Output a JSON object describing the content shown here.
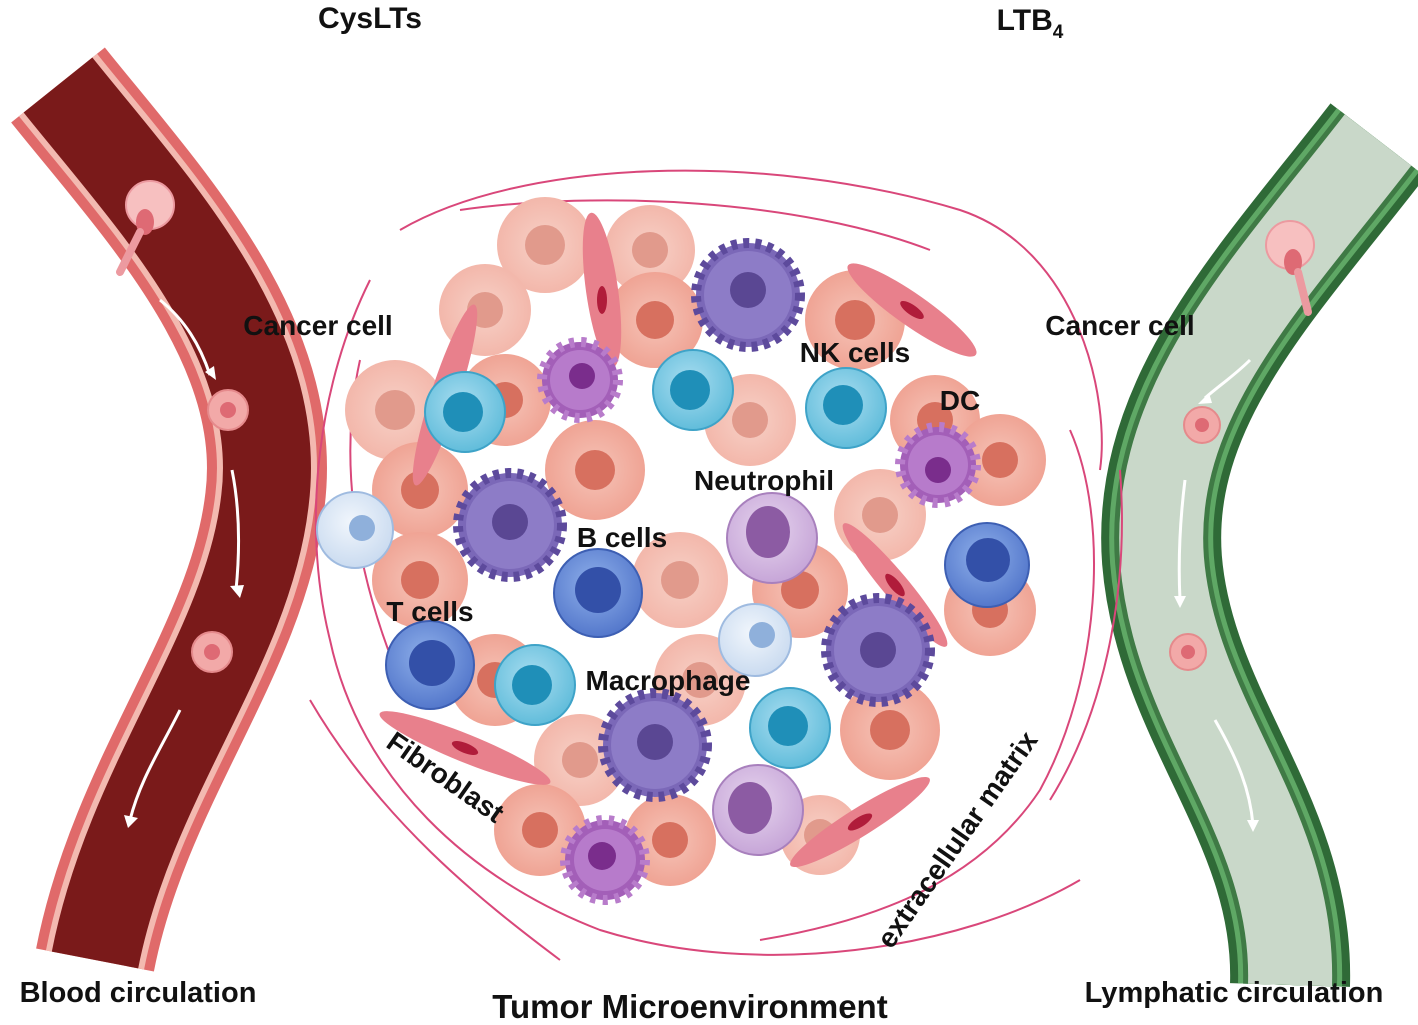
{
  "labels": {
    "cyslts": "CysLTs",
    "ltb4_main": "LTB",
    "ltb4_sub": "4",
    "cancer_cell_left": "Cancer cell",
    "cancer_cell_right": "Cancer cell",
    "nk_cells": "NK cells",
    "dc": "DC",
    "neutrophil": "Neutrophil",
    "b_cells": "B cells",
    "t_cells": "T cells",
    "macrophage": "Macrophage",
    "fibroblast": "Fibroblast",
    "extracellular_matrix": "extracellular matrix",
    "blood_circulation": "Blood circulation",
    "lymphatic_circulation": "Lymphatic circulation",
    "tumor_microenvironment": "Tumor Microenvironment"
  },
  "colors": {
    "blood_dark": "#7a1a1a",
    "blood_wall": "#e06a6a",
    "lymph_dark": "#3f7a45",
    "lymph_fill": "#c9d8c9",
    "cancer_cell": "#f0a898",
    "cancer_nucleus": "#d7705f",
    "t_cell": "#4f73c9",
    "nk_cell": "#2d9cc6",
    "dendritic": "#a35fb8",
    "macrophage": "#7b68b8",
    "neutrophil": "#b58ac4",
    "fibroblast": "#e8808c",
    "ecm_fiber": "#d9477a"
  }
}
